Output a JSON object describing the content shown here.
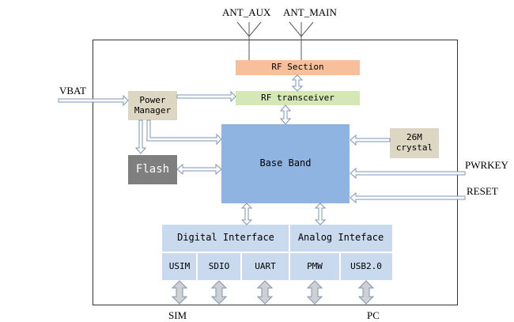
{
  "external_labels": {
    "ant_aux": "ANT_AUX",
    "ant_main": "ANT_MAIN",
    "vbat": "VBAT",
    "pwrkey": "PWRKEY",
    "reset": "RESET",
    "sim": "SIM",
    "pc": "PC"
  },
  "blocks": {
    "rf_section": "RF Section",
    "rf_transceiver": "RF transceiver",
    "power_manager": "Power\nManager",
    "crystal": "26M\ncrystal",
    "flash": "Flash",
    "baseband": "Base Band"
  },
  "interfaces": {
    "digital_title": "Digital Interface",
    "analog_title": "Analog Inteface",
    "usim": "USIM",
    "sdio": "SDIO",
    "uart": "UART",
    "pmw": "PMW",
    "usb": "USB2.0"
  },
  "colors": {
    "rf_section": "#f8c09a",
    "rf_transceiver": "#d4e8b6",
    "power_manager": "#dcd6c2",
    "crystal": "#dcd6c2",
    "flash": "#7f7f7f",
    "baseband": "#8fb4e2",
    "interface": "#c9d9ee",
    "arrow_fill": "#d0d0d0",
    "arrow_stroke": "#7a96b8"
  }
}
